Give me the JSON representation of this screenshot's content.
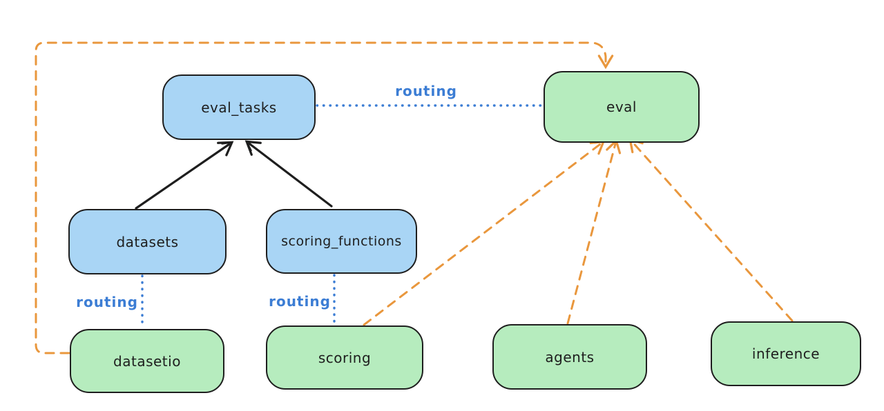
{
  "diagram": {
    "type": "architecture-graph",
    "colors": {
      "registry_fill_blue": "#a9d5f5",
      "provider_fill_green": "#b6ecbe",
      "node_border": "#1e1e1e",
      "routing_blue": "#3c7dd4",
      "dashed_orange": "#e9973d",
      "solid_black": "#1e1e1e",
      "background": "#ffffff"
    }
  },
  "nodes": {
    "eval_tasks": {
      "label": "eval_tasks",
      "fill": "blue"
    },
    "eval": {
      "label": "eval",
      "fill": "green"
    },
    "datasets": {
      "label": "datasets",
      "fill": "blue"
    },
    "scoring_functions": {
      "label": "scoring_functions",
      "fill": "blue"
    },
    "datasetio": {
      "label": "datasetio",
      "fill": "green"
    },
    "scoring": {
      "label": "scoring",
      "fill": "green"
    },
    "agents": {
      "label": "agents",
      "fill": "green"
    },
    "inference": {
      "label": "inference",
      "fill": "green"
    }
  },
  "edge_labels": {
    "top": "routing",
    "datasets": "routing",
    "scoring": "routing"
  },
  "edges": [
    {
      "from": "eval_tasks",
      "to": "eval",
      "style": "dotted",
      "color": "#3c7dd4",
      "label": "routing"
    },
    {
      "from": "datasets",
      "to": "datasetio",
      "style": "dotted",
      "color": "#3c7dd4",
      "label": "routing"
    },
    {
      "from": "scoring_functions",
      "to": "scoring",
      "style": "dotted",
      "color": "#3c7dd4",
      "label": "routing"
    },
    {
      "from": "datasets",
      "to": "eval_tasks",
      "style": "solid-arrow",
      "color": "#1e1e1e",
      "label": ""
    },
    {
      "from": "scoring_functions",
      "to": "eval_tasks",
      "style": "solid-arrow",
      "color": "#1e1e1e",
      "label": ""
    },
    {
      "from": "datasetio",
      "to": "eval",
      "style": "dashed-arrow",
      "color": "#e9973d",
      "label": ""
    },
    {
      "from": "scoring",
      "to": "eval",
      "style": "dashed-arrow",
      "color": "#e9973d",
      "label": ""
    },
    {
      "from": "agents",
      "to": "eval",
      "style": "dashed-arrow",
      "color": "#e9973d",
      "label": ""
    },
    {
      "from": "inference",
      "to": "eval",
      "style": "dashed-arrow",
      "color": "#e9973d",
      "label": ""
    }
  ]
}
